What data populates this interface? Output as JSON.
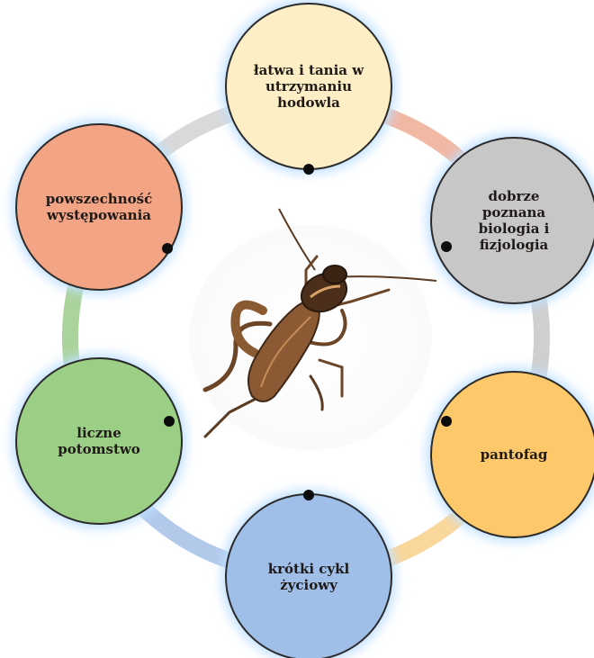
{
  "nodes": [
    {
      "id": "top",
      "lines": [
        "łatwa i tania w",
        "utrzymaniu",
        "hodowla"
      ],
      "fill": "#fdeec5",
      "glow": "#bfe0ff"
    },
    {
      "id": "upper-right",
      "lines": [
        "dobrze",
        "poznana",
        "biologia i",
        "fizjologia"
      ],
      "fill": "#c7c7c7",
      "glow": "#bfe0ff"
    },
    {
      "id": "lower-right",
      "lines": [
        "pantofag"
      ],
      "fill": "#fdc86a",
      "glow": "#bfe0ff"
    },
    {
      "id": "bottom",
      "lines": [
        "krótki cykl",
        "życiowy"
      ],
      "fill": "#9fbfe9",
      "glow": "#bfe0ff"
    },
    {
      "id": "lower-left",
      "lines": [
        "liczne",
        "potomstwo"
      ],
      "fill": "#9bcf86",
      "glow": "#bfe0ff"
    },
    {
      "id": "upper-left",
      "lines": [
        "powszechność",
        "występowania"
      ],
      "fill": "#f2a485",
      "glow": "#bfe0ff"
    }
  ],
  "ring_colors": [
    "#f1b8a4",
    "#cfcfcf",
    "#fad79b",
    "#b2c9ea",
    "#abd39c",
    "#d9d9d9"
  ],
  "center_image": "cricket-illustration"
}
